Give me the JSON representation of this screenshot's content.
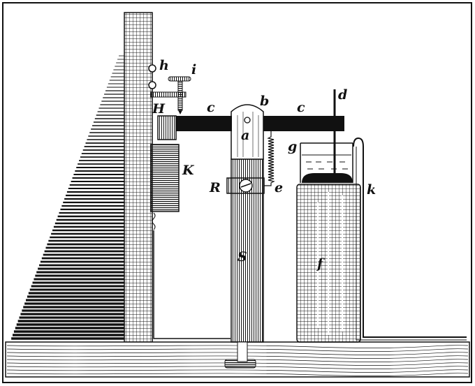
{
  "figure": {
    "labels": {
      "h": "h",
      "i": "i",
      "H": "H",
      "c_left": "c",
      "b": "b",
      "c_right": "c",
      "d": "d",
      "a": "a",
      "g": "g",
      "K": "K",
      "R": "R",
      "e": "e",
      "k": "k",
      "S": "S",
      "f": "f"
    },
    "colors": {
      "ink": "#111111",
      "paper": "#ffffff"
    }
  }
}
